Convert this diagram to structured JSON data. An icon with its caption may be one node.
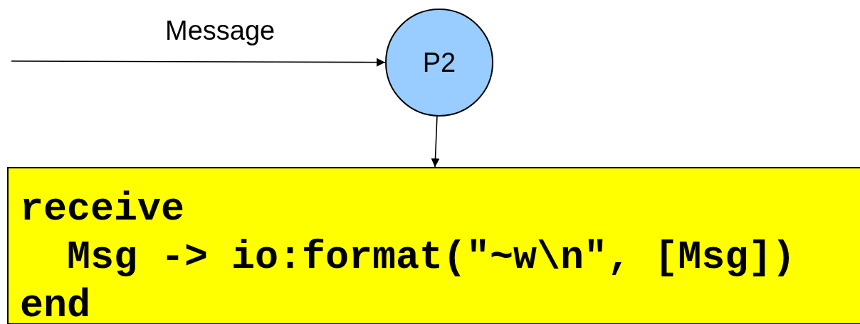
{
  "diagram": {
    "nodes": [
      {
        "text": [
          "P2"
        ]
      },
      {
        "text": [
          "receive",
          "Msg -> io:format(\"~w\\n\", [Msg])",
          "end"
        ]
      }
    ],
    "edges": [
      {
        "from": null,
        "to": 0,
        "arrow": "to",
        "label": "Message"
      },
      {
        "from": 0,
        "to": 1,
        "arrow": "to"
      }
    ]
  }
}
